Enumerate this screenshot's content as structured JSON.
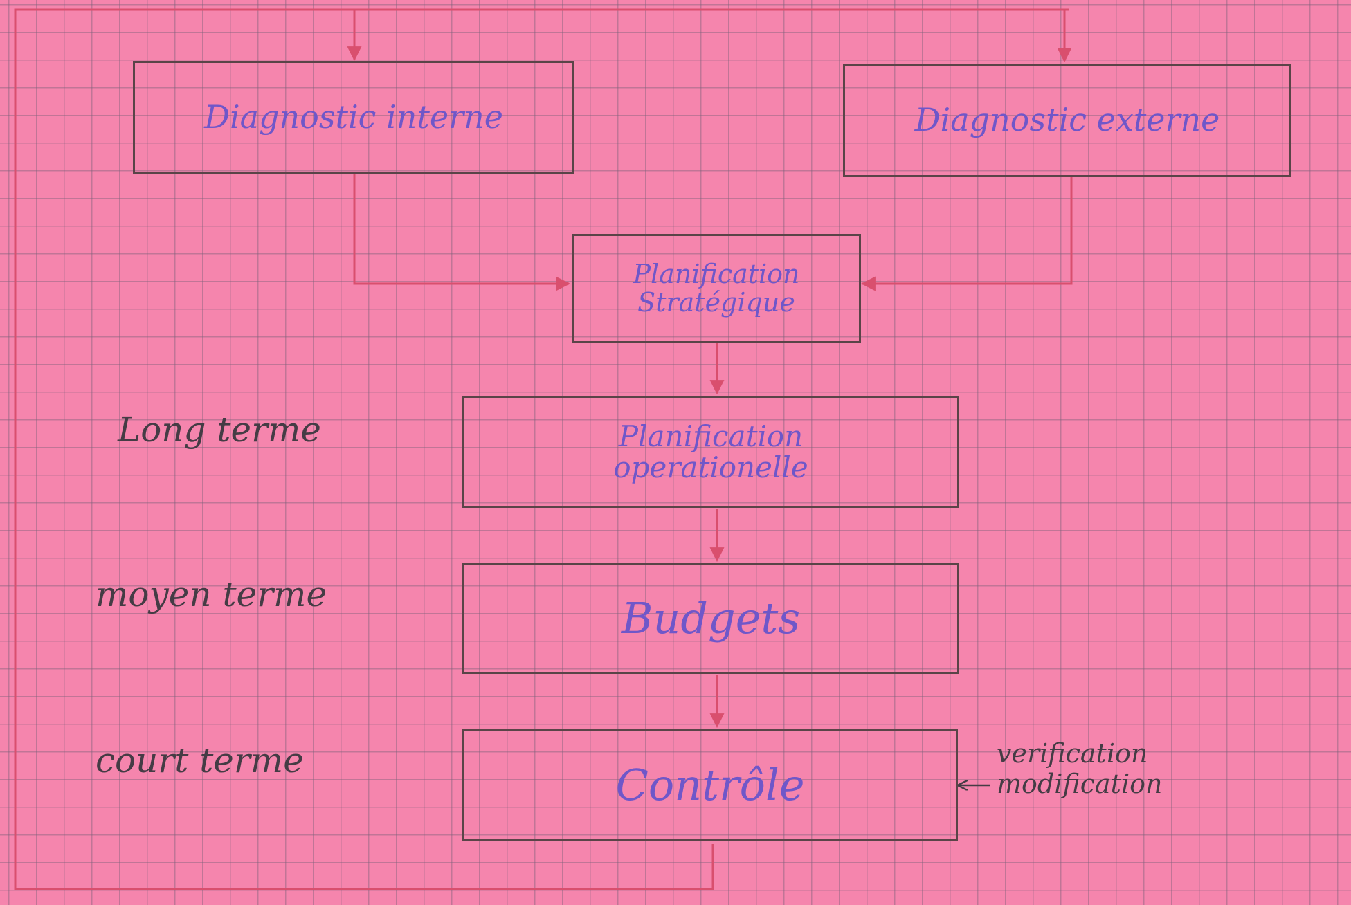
{
  "diagram": {
    "nodes": {
      "diag_interne": {
        "label": "Diagnostic interne"
      },
      "diag_externe": {
        "label": "Diagnostic externe"
      },
      "plan_strat": {
        "line1": "Planification",
        "line2": "Stratégique"
      },
      "plan_oper": {
        "line1": "Planification",
        "line2": "operationelle"
      },
      "budgets": {
        "label": "Budgets"
      },
      "controle": {
        "label": "Contrôle"
      }
    },
    "side_labels": {
      "long": "Long terme",
      "moyen": "moyen terme",
      "court": "court terme"
    },
    "feedback_note": {
      "line1": "verification",
      "line2": "modification"
    },
    "colors": {
      "paper": "#f585ad",
      "grid": "#7a5f7a",
      "arrow": "#d94f6e",
      "box_border": "#5a4448",
      "box_text": "#6f57c9",
      "label_text": "#453c45"
    }
  }
}
